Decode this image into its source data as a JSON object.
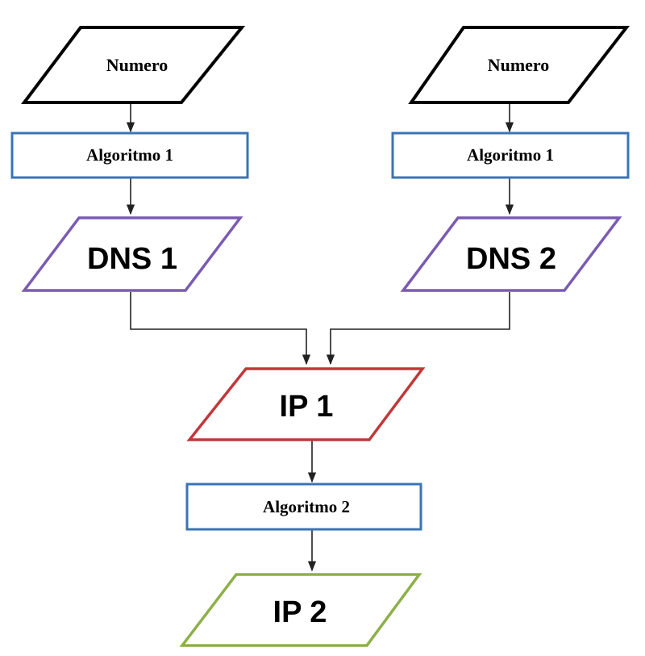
{
  "nodes": {
    "input_left": {
      "label": "Numero",
      "color": "#000000"
    },
    "input_right": {
      "label": "Numero",
      "color": "#000000"
    },
    "algo1_left": {
      "label": "Algoritmo 1",
      "color": "#3A74B5"
    },
    "algo1_right": {
      "label": "Algoritmo 1",
      "color": "#3A74B5"
    },
    "dns1": {
      "label": "DNS 1",
      "color": "#7A5BB2"
    },
    "dns2": {
      "label": "DNS 2",
      "color": "#7A5BB2"
    },
    "ip1": {
      "label": "IP 1",
      "color": "#C0383A"
    },
    "algo2": {
      "label": "Algoritmo 2",
      "color": "#3A74B5"
    },
    "ip2": {
      "label": "IP 2",
      "color": "#8DB048"
    }
  },
  "edges": [
    {
      "from": "input_left",
      "to": "algo1_left"
    },
    {
      "from": "algo1_left",
      "to": "dns1"
    },
    {
      "from": "input_right",
      "to": "algo1_right"
    },
    {
      "from": "algo1_right",
      "to": "dns2"
    },
    {
      "from": "dns1",
      "to": "ip1"
    },
    {
      "from": "dns2",
      "to": "ip1"
    },
    {
      "from": "ip1",
      "to": "algo2"
    },
    {
      "from": "algo2",
      "to": "ip2"
    }
  ]
}
